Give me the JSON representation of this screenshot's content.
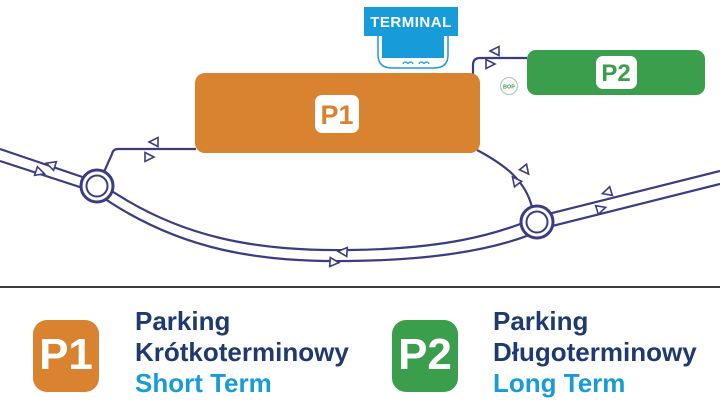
{
  "terminal": {
    "label": "TERMINAL"
  },
  "map": {
    "p1_label": "P1",
    "p2_label": "P2",
    "bop_label": "BOP"
  },
  "legend": {
    "items": [
      {
        "badge": "P1",
        "line1": "Parking",
        "line2": "Krótkoterminowy",
        "line3": "Short Term"
      },
      {
        "badge": "P2",
        "line1": "Parking",
        "line2": "Długoterminowy",
        "line3": "Long Term"
      }
    ]
  },
  "colors": {
    "p1_orange": "#d9822f",
    "p2_green": "#3b9e4d",
    "terminal_blue": "#189cd9",
    "road_navy": "#3b3d80",
    "text_navy": "#1e3a70",
    "text_lightblue": "#189cd8",
    "divider_dark": "#3b3b3b",
    "bop_green": "#3a9e4f"
  }
}
